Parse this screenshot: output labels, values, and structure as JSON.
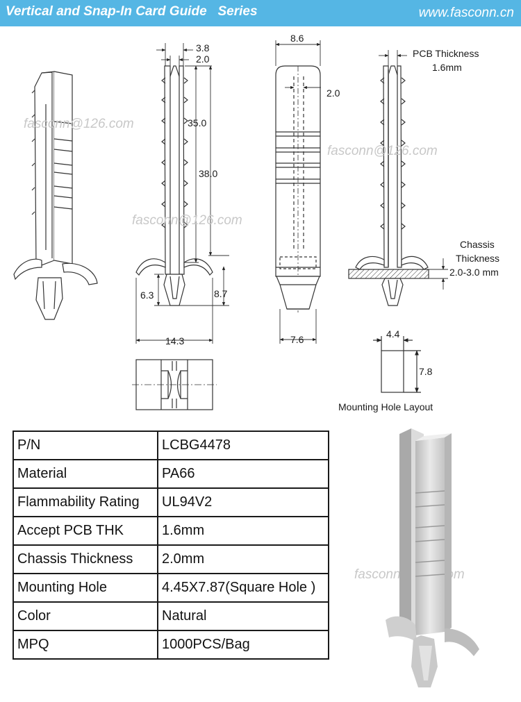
{
  "header": {
    "title": "Vertical and Snap-In Card Guide   Series",
    "website": "www.fasconn.cn"
  },
  "watermark": "fasconn@126.com",
  "dimensions": {
    "d3_8": "3.8",
    "d2_0_top": "2.0",
    "d35_0": "35.0",
    "d38_0": "38.0",
    "d6_3": "6.3",
    "d8_7": "8.7",
    "d14_3": "14.3",
    "d8_6": "8.6",
    "d2_0_front": "2.0",
    "d7_6": "7.6",
    "hole_w": "4.4",
    "hole_h": "7.8"
  },
  "labels": {
    "pcb_thickness_line1": "PCB Thickness",
    "pcb_thickness_line2": "1.6mm",
    "chassis_line1": "Chassis",
    "chassis_line2": "Thickness",
    "chassis_line3": "2.0-3.0 mm",
    "mounting_hole_layout": "Mounting Hole Layout"
  },
  "specs": [
    {
      "key": "P/N",
      "value": "LCBG4478"
    },
    {
      "key": "Material",
      "value": "PA66"
    },
    {
      "key": "Flammability Rating",
      "value": "UL94V2"
    },
    {
      "key": "Accept PCB THK",
      "value": "1.6mm"
    },
    {
      "key": "Chassis Thickness",
      "value": "2.0mm"
    },
    {
      "key": "Mounting Hole",
      "value": "4.45X7.87(Square Hole )"
    },
    {
      "key": "Color",
      "value": "Natural"
    },
    {
      "key": "MPQ",
      "value": "1000PCS/Bag"
    }
  ]
}
